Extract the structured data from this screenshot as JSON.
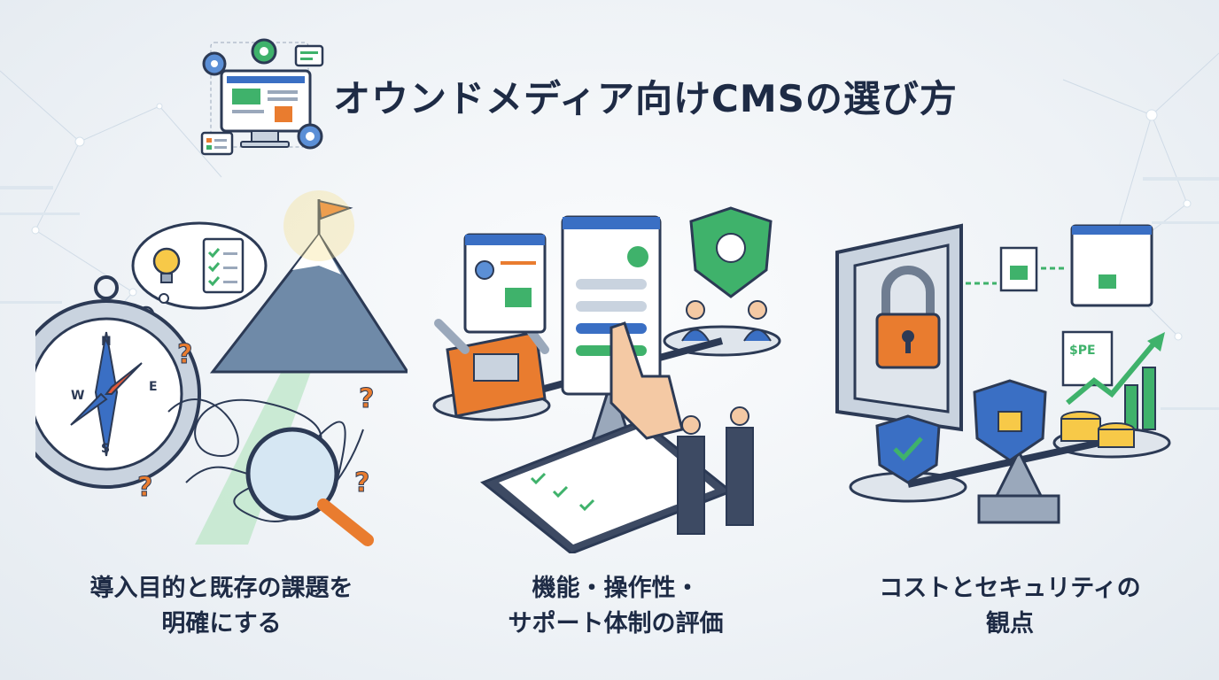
{
  "page": {
    "title": "オウンドメディア向けCMSの選び方"
  },
  "panels": [
    {
      "caption_line1": "導入目的と既存の課題を",
      "caption_line2": "明確にする",
      "icons": [
        "compass-icon",
        "mountain-flag-icon",
        "thought-bubble-icon",
        "magnifier-icon",
        "tangled-line-icon",
        "question-mark-icon"
      ]
    },
    {
      "caption_line1": "機能・操作性・",
      "caption_line2": "サポート体制の評価",
      "icons": [
        "toolbox-icon",
        "settings-screen-icon",
        "pointing-hand-icon",
        "support-shield-icon",
        "handshake-icon",
        "balance-scale-icon",
        "checklist-tablet-icon"
      ]
    },
    {
      "caption_line1": "コストとセキュリティの",
      "caption_line2": "観点",
      "icons": [
        "vault-icon",
        "padlock-icon",
        "security-shield-icon",
        "check-shield-icon",
        "coins-icon",
        "growth-chart-icon",
        "balance-scale-icon"
      ],
      "chart_label": "$PE"
    }
  ],
  "colors": {
    "title": "#1e2b45",
    "accent_green": "#3fb26b",
    "accent_orange": "#e97c2f",
    "accent_blue": "#3a6fc4",
    "outline": "#2c3a55"
  }
}
